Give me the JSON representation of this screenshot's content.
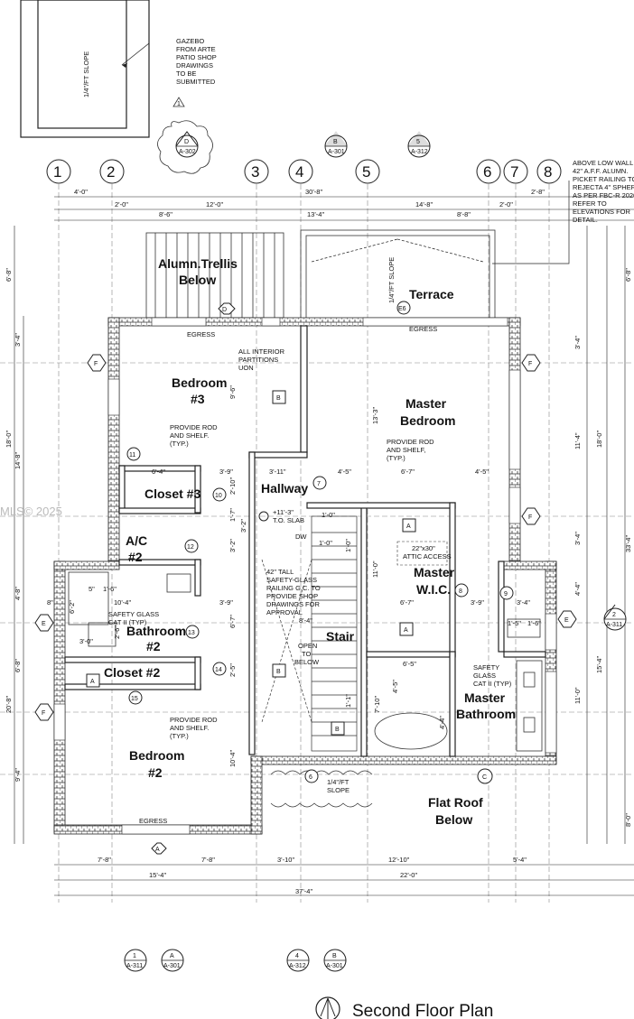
{
  "title": "Second Floor Plan",
  "watermark": "MLS© 2025",
  "grid": {
    "columns": [
      "1",
      "2",
      "3",
      "4",
      "5",
      "6",
      "7",
      "8"
    ],
    "rows": [
      "F",
      "E",
      "F",
      "C",
      "F",
      "E",
      "F"
    ]
  },
  "rooms": {
    "trellis": "Alumn.Trellis",
    "trellis2": "Below",
    "terrace": "Terrace",
    "bedroom3": "Bedroom",
    "bedroom3_no": "#3",
    "master_bedroom": "Master",
    "master_bedroom2": "Bedroom",
    "closet3": "Closet #3",
    "hallway": "Hallway",
    "ac": "A/C",
    "ac2": "#2",
    "master_wic": "Master",
    "master_wic2": "W.I.C.",
    "bathroom2": "Bathroom",
    "bathroom2_no": "#2",
    "stair": "Stair",
    "closet2": "Closet #2",
    "master_bath": "Master",
    "master_bath2": "Bathroom",
    "bedroom2": "Bedroom",
    "bedroom2_no": "#2",
    "flat_roof": "Flat Roof",
    "flat_roof2": "Below"
  },
  "notes": {
    "gazebo": [
      "GAZEBO",
      "FROM ARTE",
      "PATIO SHOP",
      "DRAWINGS",
      "TO BE",
      "SUBMITTED"
    ],
    "above_low_wall": [
      "ABOVE LOW WALL",
      "42\" A.F.F. ALUMN.",
      "PICKET RAILING TO",
      "REJECTA 4\" SPHERE",
      "AS PER FBC-R 2020",
      "REFER TO",
      "ELEVATIONS FOR",
      "DETAIL."
    ],
    "interior_partitions": [
      "ALL INTERIOR",
      "PARTITIONS",
      "UON"
    ],
    "rod_shelf_3": [
      "PROVIDE ROD",
      "AND SHELF.",
      "(TYP.)"
    ],
    "rod_shelf_master": [
      "PROVIDE ROD",
      "AND SHELF,",
      "(TYP.)"
    ],
    "rod_shelf_2": [
      "PROVIDE ROD",
      "AND SHELF.",
      "(TYP.)"
    ],
    "railing": [
      "42\" TALL",
      "SAFETY-GLASS",
      "RAILING  G.C. TO",
      "PROVIDE SHOP",
      "DRAWINGS FOR",
      "APPROVAL"
    ],
    "open_below": [
      "OPEN",
      "TO",
      "BELOW"
    ],
    "attic": [
      "22\"x30\"",
      "ATTIC ACCESS"
    ],
    "safety_glass_bath2": [
      "SAFETY GLASS",
      "CAT II (TYP)"
    ],
    "safety_glass_master": [
      "SAFETY",
      "GLASS",
      "CAT II (TYP)"
    ],
    "slope_gazebo": "1/4\"/FT SLOPE",
    "slope_terrace": "1/4\"/FT SLOPE",
    "slope_roof": [
      "1/4\"/FT",
      "SLOPE"
    ],
    "egress": "EGRESS",
    "tos": [
      "+11'-3\"",
      "T.O. SLAB"
    ],
    "dw": "DW"
  },
  "dimensions": {
    "top_row1": [
      "4'-0\"",
      "30'-8\"",
      "2'-8\""
    ],
    "top_row2": [
      "2'-0\"",
      "12'-0\"",
      "14'-8\"",
      "2'-0\""
    ],
    "top_row3": [
      "8'-6\"",
      "13'-4\"",
      "8'-8\""
    ],
    "bottom_row1": [
      "7'-8\"",
      "7'-8\"",
      "3'-10\"",
      "12'-10\"",
      "5'-4\""
    ],
    "bottom_row2": [
      "15'-4\"",
      "22'-0\""
    ],
    "bottom_total": "37'-4\"",
    "left": [
      "6'-8\"",
      "3'-4\"",
      "18'-0\"",
      "14'-8\"",
      "4'-8\"",
      "6'-8\"",
      "20'-8\"",
      "9'-4\""
    ],
    "right": [
      "6'-8\"",
      "3'-4\"",
      "11'-4\"",
      "18'-0\"",
      "3'-4\"",
      "33'-4\"",
      "4'-4\"",
      "15'-4\"",
      "11'-0\"",
      "8'-0\""
    ],
    "interior": [
      "9'-6\"",
      "6'-4\"",
      "3'-9\"",
      "2'-10\"",
      "3'-11\"",
      "4'-5\"",
      "6'-7\"",
      "4'-5\"",
      "1'-7\"",
      "3'-2\"",
      "3'-2\"",
      "13'-3\"",
      "10'-4\"",
      "5\"",
      "1'-6\"",
      "3'-0\"",
      "2'-6\"",
      "6'-2\"",
      "3'-9\"",
      "6'-7\"",
      "8'-4\"",
      "11'-0\"",
      "6'-7\"",
      "3'-9\"",
      "3'-4\"",
      "1'-5\"",
      "1'-6\"",
      "6'-5\"",
      "4'-5\"",
      "7'-10\"",
      "4'-4\"",
      "2'-5\"",
      "10'-4\"",
      "1'-0\"",
      "1'-0\"",
      "1'-0\"",
      "1'-1\"",
      "8\"",
      "8'-4\""
    ]
  },
  "tags": {
    "keynotes": [
      "11",
      "10",
      "7",
      "12",
      "8",
      "9",
      "13",
      "14",
      "15",
      "6"
    ],
    "sections": [
      {
        "num": "D",
        "sheet": "A-302"
      },
      {
        "num": "B",
        "sheet": "A-301"
      },
      {
        "num": "5",
        "sheet": "A-312"
      },
      {
        "num": "2",
        "sheet": "A-311"
      },
      {
        "num": "1",
        "sheet": "A-311"
      },
      {
        "num": "A",
        "sheet": "A-301"
      },
      {
        "num": "4",
        "sheet": "A-312"
      },
      {
        "num": "B",
        "sheet": "A-301"
      }
    ],
    "doors": [
      "B",
      "B",
      "A",
      "A",
      "A",
      "B",
      "A",
      "B",
      "D",
      "E6",
      "C",
      "A"
    ],
    "revision": "1"
  }
}
